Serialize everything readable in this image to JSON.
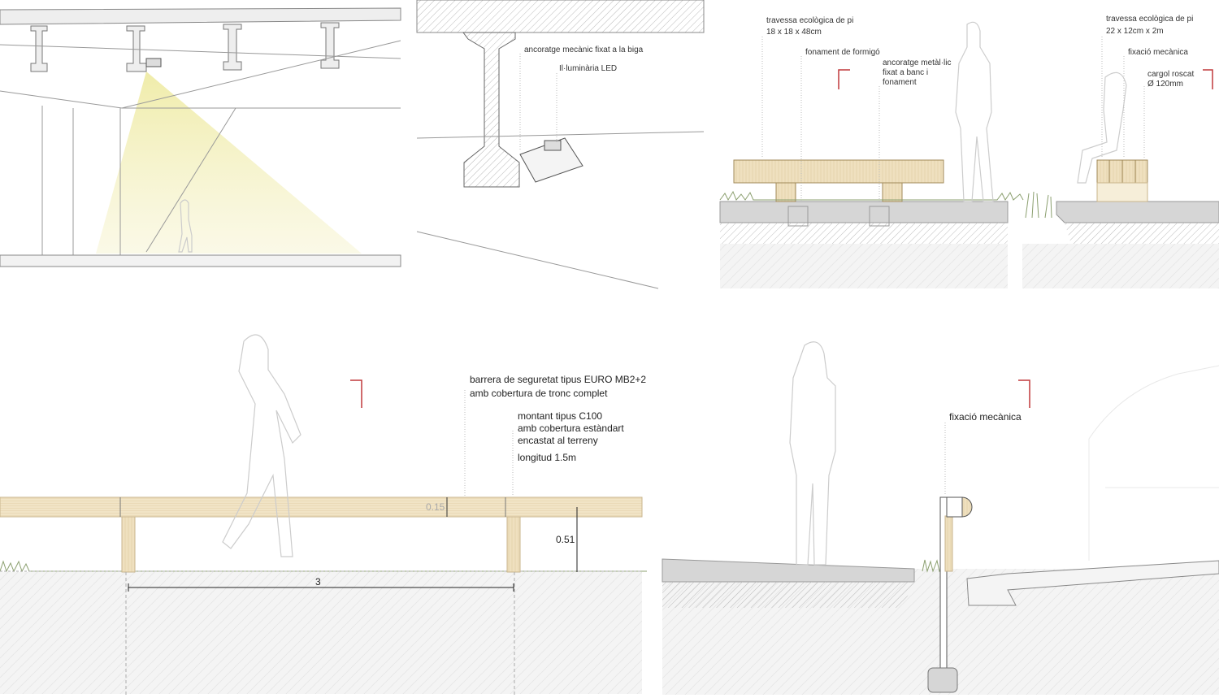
{
  "panels": {
    "lighting_detail": {
      "anchor_label": "ancoratge mecànic fixat a la biga",
      "luminaire_label": "Il·luminària LED"
    },
    "bench_section": {
      "sleeper_label_1": "travessa ecològica de pi",
      "sleeper_label_2": "18 x 18 x 48cm",
      "foundation_label": "fonament de formigó",
      "anchor_label_1": "ancoratge metàl·lic",
      "anchor_label_2": "fixat a banc i",
      "anchor_label_3": "fonament"
    },
    "bench_side": {
      "sleeper_label_1": "travessa ecològica de pi",
      "sleeper_label_2": "22 x 12cm x 2m",
      "fixing_label": "fixació mecànica",
      "bolt_label_1": "cargol roscat",
      "bolt_label_2": "Ø 120mm"
    },
    "barrier_elevation": {
      "barrier_label_1": "barrera de seguretat tipus EURO MB2+2",
      "barrier_label_2": "amb cobertura de tronc complet",
      "post_label_1": "montant tipus C100",
      "post_label_2": "amb cobertura estàndart",
      "post_label_3": "encastat al terreny",
      "length_label": "longitud 1.5m",
      "dim_rail": "0.15",
      "dim_height": "0.51",
      "dim_span": "3"
    },
    "barrier_section": {
      "fixing_label": "fixació mecànica"
    }
  },
  "colors": {
    "wood": "#efe0bf",
    "concrete": "#d6d6d6",
    "light": "#f3f0b8",
    "accent_red": "#c0393b"
  }
}
